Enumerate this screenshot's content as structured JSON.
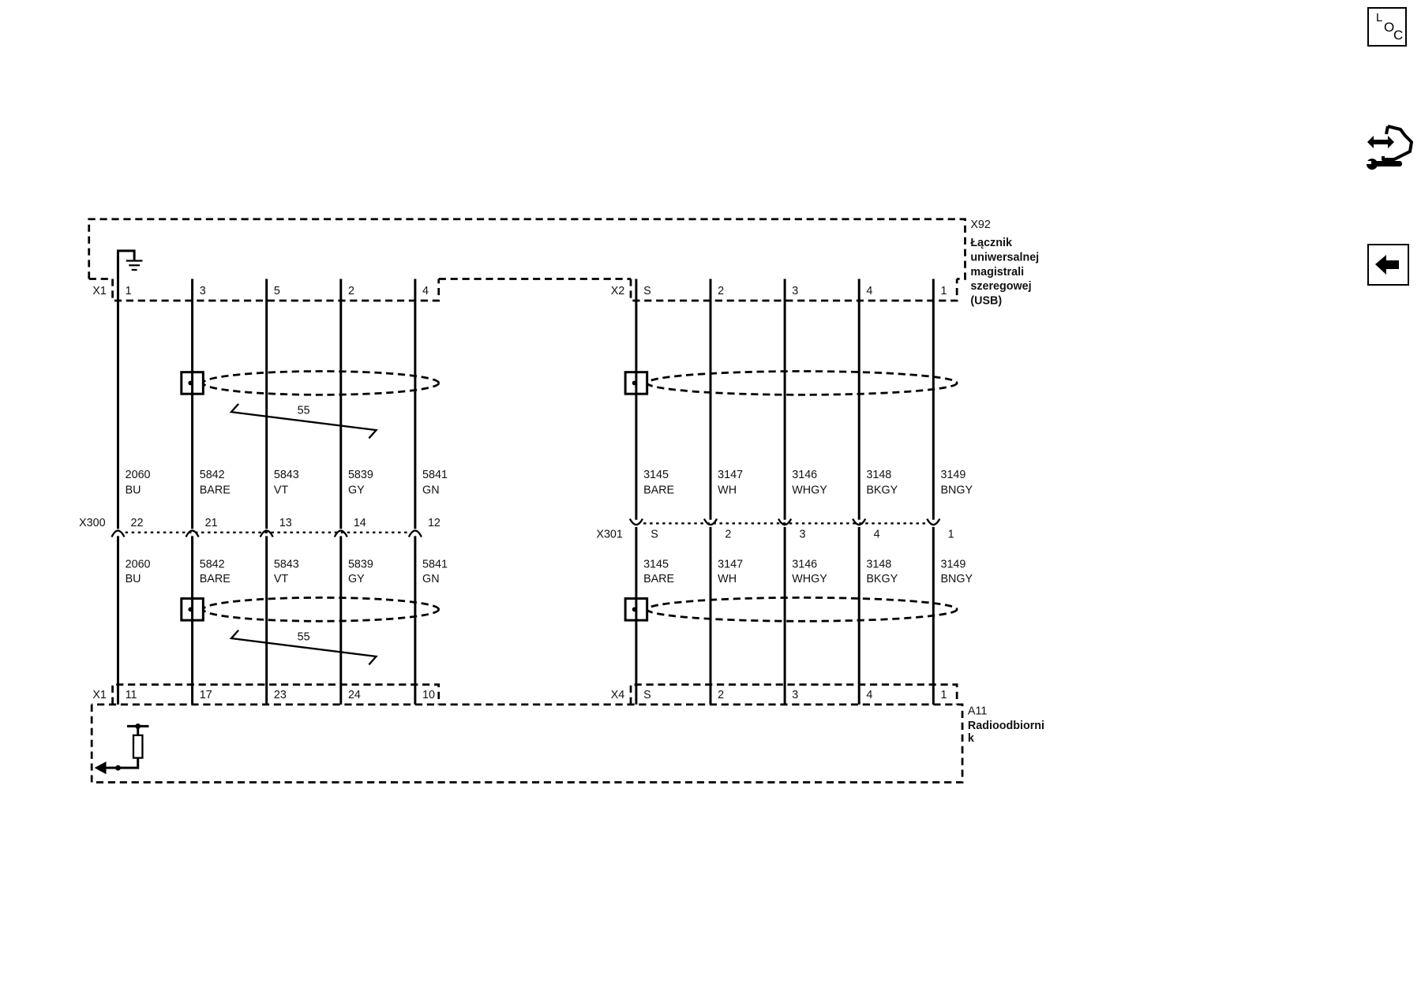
{
  "top_component": {
    "ref": "X92",
    "name_lines": [
      "Łącznik",
      "uniwersalnej",
      "magistrali",
      "szeregowej",
      "(USB)"
    ]
  },
  "bottom_component": {
    "ref": "A11",
    "name_lines": [
      "Radioodbiorni",
      "k"
    ]
  },
  "left_group": {
    "top_connector": "X1",
    "inline_connector": "X300",
    "bottom_connector": "X1",
    "twist_label": "55",
    "wires": [
      {
        "top_pin": "1",
        "circuit": "2060",
        "color": "BU",
        "inline_pin": "22",
        "bottom_pin": "11"
      },
      {
        "top_pin": "3",
        "circuit": "5842",
        "color": "BARE",
        "inline_pin": "21",
        "bottom_pin": "17"
      },
      {
        "top_pin": "5",
        "circuit": "5843",
        "color": "VT",
        "inline_pin": "13",
        "bottom_pin": "23"
      },
      {
        "top_pin": "2",
        "circuit": "5839",
        "color": "GY",
        "inline_pin": "14",
        "bottom_pin": "24"
      },
      {
        "top_pin": "4",
        "circuit": "5841",
        "color": "GN",
        "inline_pin": "12",
        "bottom_pin": "10"
      }
    ]
  },
  "right_group": {
    "top_connector": "X2",
    "inline_connector": "X301",
    "bottom_connector": "X4",
    "wires": [
      {
        "top_pin": "S",
        "circuit": "3145",
        "color": "BARE",
        "inline_pin": "S",
        "bottom_pin": "S"
      },
      {
        "top_pin": "2",
        "circuit": "3147",
        "color": "WH",
        "inline_pin": "2",
        "bottom_pin": "2"
      },
      {
        "top_pin": "3",
        "circuit": "3146",
        "color": "WHGY",
        "inline_pin": "3",
        "bottom_pin": "3"
      },
      {
        "top_pin": "4",
        "circuit": "3148",
        "color": "BKGY",
        "inline_pin": "4",
        "bottom_pin": "4"
      },
      {
        "top_pin": "1",
        "circuit": "3149",
        "color": "BNGY",
        "inline_pin": "1",
        "bottom_pin": "1"
      }
    ]
  },
  "side_toolbar": {
    "loc_button": {
      "letters": [
        "L",
        "O",
        "C"
      ],
      "icon": "loc-icon"
    },
    "tools_button": {
      "icon": "diagnostic-tools-icon"
    },
    "back_button": {
      "icon": "back-arrow-icon"
    }
  }
}
